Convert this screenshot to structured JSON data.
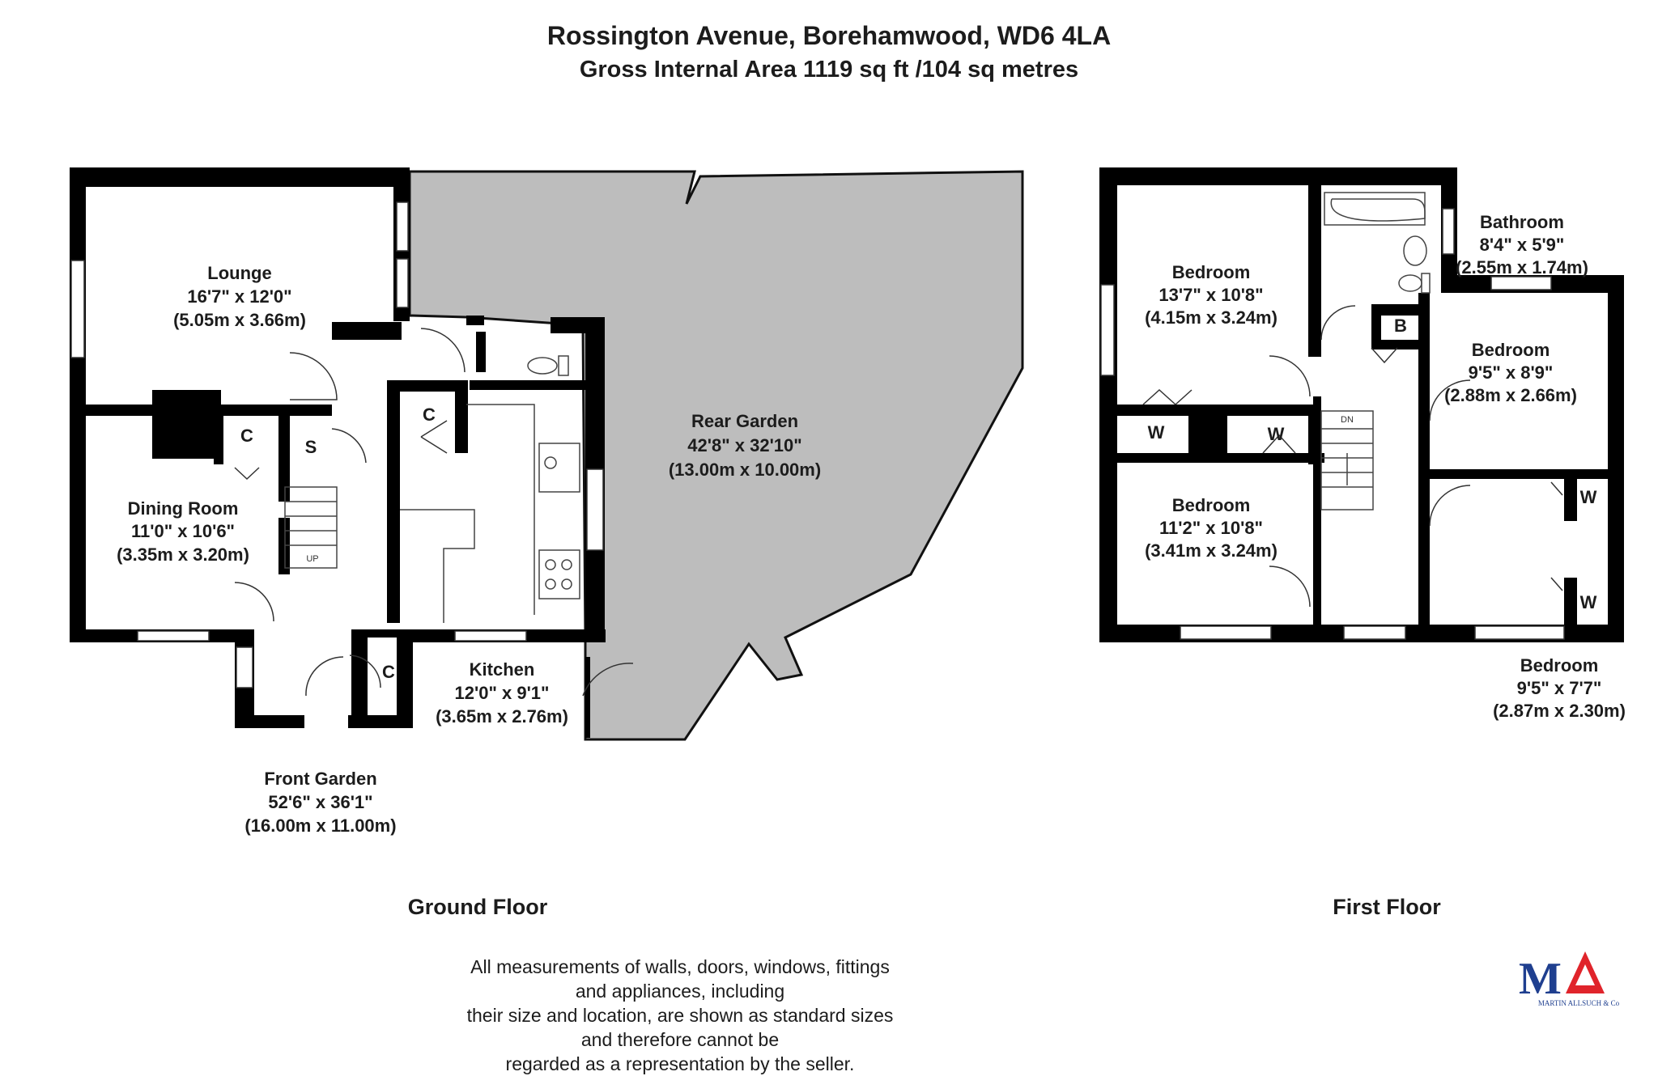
{
  "header": {
    "address": "Rossington Avenue, Borehamwood, WD6 4LA",
    "area": "Gross Internal Area 1119 sq ft /104 sq metres"
  },
  "ground_floor": {
    "title": "Ground Floor",
    "lounge": {
      "name": "Lounge",
      "imperial": "16'7\" x 12'0\"",
      "metric": "(5.05m x 3.66m)"
    },
    "dining": {
      "name": "Dining Room",
      "imperial": "11'0\" x 10'6\"",
      "metric": "(3.35m x 3.20m)"
    },
    "kitchen": {
      "name": "Kitchen",
      "imperial": "12'0\" x 9'1\"",
      "metric": "(3.65m x 2.76m)"
    },
    "rear_garden": {
      "name": "Rear Garden",
      "imperial": "42'8\" x 32'10\"",
      "metric": "(13.00m x 10.00m)"
    },
    "front_garden": {
      "name": "Front Garden",
      "imperial": "52'6\" x 36'1\"",
      "metric": "(16.00m x 11.00m)"
    },
    "cupboard": "C",
    "store": "S",
    "stairs": "UP"
  },
  "first_floor": {
    "title": "First Floor",
    "bedroom1": {
      "name": "Bedroom",
      "imperial": "13'7\" x 10'8\"",
      "metric": "(4.15m x 3.24m)"
    },
    "bedroom2": {
      "name": "Bedroom",
      "imperial": "11'2\" x 10'8\"",
      "metric": "(3.41m x 3.24m)"
    },
    "bedroom3": {
      "name": "Bedroom",
      "imperial": "9'5\" x 8'9\"",
      "metric": "(2.88m x 2.66m)"
    },
    "bedroom4": {
      "name": "Bedroom",
      "imperial": "9'5\" x 7'7\"",
      "metric": "(2.87m x 2.30m)"
    },
    "bathroom": {
      "name": "Bathroom",
      "imperial": "8'4\" x 5'9\"",
      "metric": "(2.55m x 1.74m)"
    },
    "wardrobe": "W",
    "boiler": "B",
    "stairs": "DN"
  },
  "disclaimer": {
    "line1": "All measurements of walls, doors, windows, fittings and appliances, including",
    "line2": "their size and location, are shown as standard sizes and therefore cannot be",
    "line3": "regarded as a representation by the seller."
  },
  "logo": {
    "mark": "MA",
    "name": "MARTIN ALLSUCH & Co",
    "color_blue": "#1f3f8f",
    "color_red": "#e0242b"
  },
  "colors": {
    "wall": "#000000",
    "garden": "#bdbdbd"
  }
}
